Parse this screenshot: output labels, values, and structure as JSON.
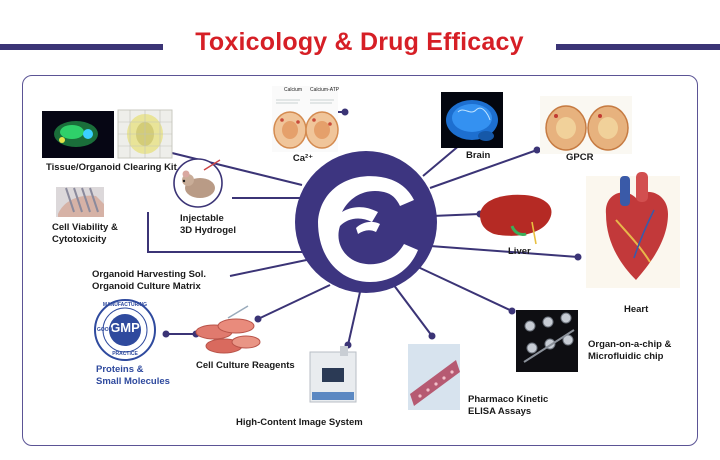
{
  "title": "Toxicology & Drug Efficacy",
  "colors": {
    "title": "#d61f26",
    "accent": "#3b3476",
    "hub": "#3d3580",
    "gmp": "#2f4a9e"
  },
  "hub": {
    "icon": "company-logo-icon"
  },
  "nodes": {
    "clearing": {
      "label": "Tissue/Organoid Clearing Kit"
    },
    "calcium": {
      "label": "Ca²⁺",
      "left_caption": "Calcium",
      "right_caption": "Calcium-ATP"
    },
    "viability": {
      "line1": "Cell Viability &",
      "line2": "Cytotoxicity"
    },
    "hydrogel": {
      "line1": "Injectable",
      "line2": "3D Hydrogel"
    },
    "harvesting": {
      "line1": "Organoid Harvesting Sol.",
      "line2": "Organoid Culture Matrix"
    },
    "gmp": {
      "badge": "GMP",
      "ring_top": "MANUFACTURING",
      "ring_left": "GOOD",
      "ring_bottom": "PRACTICE",
      "line1": "Proteins &",
      "line2": "Small Molecules"
    },
    "reagents": {
      "label": "Cell Culture Reagents"
    },
    "imaging": {
      "label": "High-Content Image System"
    },
    "pk": {
      "line1": "Pharmaco Kinetic",
      "line2": "ELISA Assays"
    },
    "organ_chip": {
      "line1": "Organ-on-a-chip &",
      "line2": "Microfluidic chip"
    },
    "heart": {
      "label": "Heart"
    },
    "liver": {
      "label": "Liver"
    },
    "gpcr": {
      "label": "GPCR"
    },
    "brain": {
      "label": "Brain"
    }
  }
}
